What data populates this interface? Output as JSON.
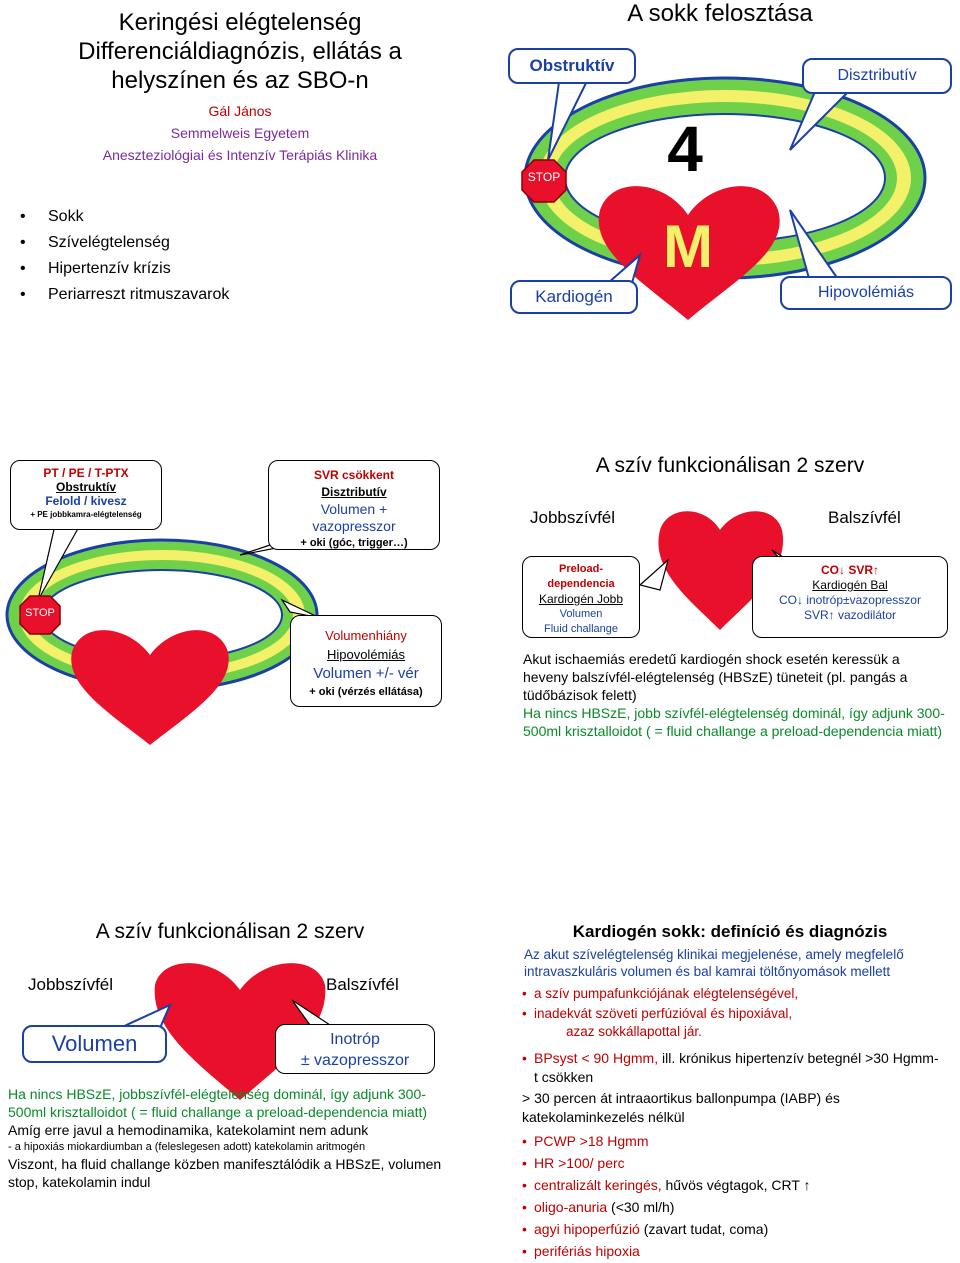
{
  "slide1": {
    "title1": "Keringési elégtelenség",
    "title2": "Differenciáldiagnózis, ellátás a",
    "title3": "helyszínen és az SBO-n",
    "author": "Gál János",
    "affiliation": "Semmelweis Egyetem",
    "department": "Aneszteziológiai és Intenzív Terápiás Klinika",
    "bullets": [
      "Sokk",
      "Szívelégtelenség",
      "Hipertenzív krízis",
      "Periarreszt ritmuszavarok"
    ]
  },
  "slide2": {
    "title": "A sokk felosztása",
    "obstruktiv": "Obstruktív",
    "disztributiv": "Disztributív",
    "number": "4",
    "letter": "M",
    "stop": "STOP",
    "kardiogen": "Kardiogén",
    "hipovolemias": "Hipovolémiás"
  },
  "slide3": {
    "obs_line1": "PT / PE / T-PTX",
    "obs_line2": "Obstruktív",
    "obs_line3": "Felold / kivesz",
    "obs_line4": "+ PE jobbkamra-elégtelenség",
    "svr_line1": "SVR csökkent",
    "svr_line2": "Disztributív",
    "svr_line3": "Volumen +",
    "svr_line4": "vazopresszor",
    "svr_line5": "+ oki (góc, trigger…)",
    "stop": "STOP",
    "hypo_line1": "Volumenhiány",
    "hypo_line2": "Hipovolémiás",
    "hypo_line3": "Volumen +/- vér",
    "hypo_line4": "+ oki (vérzés ellátása)"
  },
  "slide4": {
    "title": "A szív funkcionálisan 2 szerv",
    "left": "Jobbszívfél",
    "right": "Balszívfél",
    "lbox_line1": "Preload-",
    "lbox_line2": "dependencia",
    "lbox_line3": "Kardiogén Jobb",
    "lbox_line4": "Volumen",
    "lbox_line5": "Fluid challange",
    "rbox_line1": "CO↓ SVR↑",
    "rbox_line2": "Kardiogén Bal",
    "rbox_line3": "CO↓ inotróp±vazopresszor",
    "rbox_line4": "SVR↑ vazodilátor",
    "para1": "Akut ischaemiás eredetű kardiogén shock esetén keressük a heveny balszívfél-elégtelenség (HBSzE) tüneteit (pl. pangás a tüdőbázisok felett)",
    "para2": "Ha nincs HBSzE, jobb szívfél-elégtelenség dominál, így adjunk 300-500ml krisztalloidot ( = fluid challange a preload-dependencia miatt)"
  },
  "slide5": {
    "title": "A szív funkcionálisan 2 szerv",
    "left": "Jobbszívfél",
    "right": "Balszívfél",
    "volumen": "Volumen",
    "inotrop1": "Inotróp",
    "inotrop2": "± vazopresszor",
    "para1": "Ha nincs HBSzE, jobbszívfél-elégtelenség dominál, így adjunk 300-500ml krisztalloidot ( = fluid challange a preload-dependencia miatt)",
    "para2": "Amíg erre javul a hemodinamika, katekolamint nem adunk",
    "para3": " - a hipoxiás miokardiumban a (feleslegesen adott) katekolamin aritmogén",
    "para4": "Viszont, ha fluid challange közben manifesztálódik a HBSzE, volumen stop, katekolamin indul"
  },
  "slide6": {
    "title": "Kardiogén sokk: definíció és diagnózis",
    "intro": "Az akut szívelégtelenség klinikai megjelenése, amely megfelelő intravaszkuláris volumen és bal kamrai töltőnyomások mellett",
    "b1": "a szív pumpafunkciójának elégtelenségével,",
    "b2": "inadekvát szöveti perfúzióval és hipoxiával,",
    "b2b": "azaz sokkállapottal jár.",
    "b3a": "BPsyst < 90 Hgmm,",
    "b3b": " ill. krónikus hipertenzív betegnél >30 Hgmm-t csökken",
    "b4": "> 30 percen át intraaortikus ballonpumpa (IABP) és katekolaminkezelés nélkül",
    "b5": "PCWP >18 Hgmm",
    "b6": "HR >100/ perc",
    "b7a": "centralizált keringés,",
    "b7b": " hűvös végtagok, CRT ↑",
    "b8a": "oligo-anuria",
    "b8b": " (<30 ml/h)",
    "b9a": "agyi hipoperfúzió",
    "b9b": " (zavart tudat, coma)",
    "b10": "perifériás hipoxia"
  },
  "colors": {
    "accent_blue": "#1a3fa6",
    "heart_red": "#e8102a",
    "ring_green": "#6fd14a",
    "ring_yellow": "#f3f06a",
    "text_red": "#c00000",
    "text_green": "#0a8a2a"
  }
}
